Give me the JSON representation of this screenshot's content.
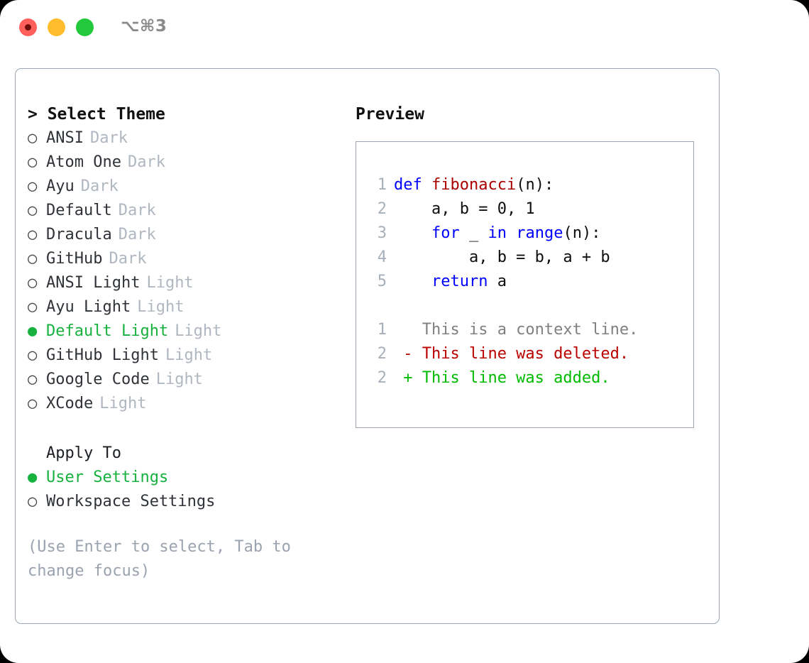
{
  "titlebar": {
    "shortcut": "⌥⌘3",
    "buttons": [
      {
        "name": "close",
        "color": "#ff605c"
      },
      {
        "name": "minimize",
        "color": "#ffbd2e"
      },
      {
        "name": "maximize",
        "color": "#22c93a"
      }
    ]
  },
  "theme_list": {
    "header": "> Select Theme",
    "items": [
      {
        "marker": "○",
        "name": "ANSI",
        "category": "Dark",
        "selected": false
      },
      {
        "marker": "○",
        "name": "Atom One",
        "category": "Dark",
        "selected": false
      },
      {
        "marker": "○",
        "name": "Ayu",
        "category": "Dark",
        "selected": false
      },
      {
        "marker": "○",
        "name": "Default",
        "category": "Dark",
        "selected": false
      },
      {
        "marker": "○",
        "name": "Dracula",
        "category": "Dark",
        "selected": false
      },
      {
        "marker": "○",
        "name": "GitHub",
        "category": "Dark",
        "selected": false
      },
      {
        "marker": "○",
        "name": "ANSI Light",
        "category": "Light",
        "selected": false
      },
      {
        "marker": "○",
        "name": "Ayu Light",
        "category": "Light",
        "selected": false
      },
      {
        "marker": "●",
        "name": "Default Light",
        "category": "Light",
        "selected": true
      },
      {
        "marker": "○",
        "name": "GitHub Light",
        "category": "Light",
        "selected": false
      },
      {
        "marker": "○",
        "name": "Google Code",
        "category": "Light",
        "selected": false
      },
      {
        "marker": "○",
        "name": "XCode",
        "category": "Light",
        "selected": false
      }
    ]
  },
  "apply_to": {
    "header": "Apply To",
    "options": [
      {
        "marker": "●",
        "label": "User Settings",
        "selected": true
      },
      {
        "marker": "○",
        "label": "Workspace Settings",
        "selected": false
      }
    ]
  },
  "hint": "(Use Enter to select, Tab to change focus)",
  "preview": {
    "title": "Preview",
    "code_lines": [
      {
        "number": "1",
        "tokens": [
          {
            "t": "def ",
            "c": "kw"
          },
          {
            "t": "fibonacci",
            "c": "fn"
          },
          {
            "t": "(n):",
            "c": "plain"
          }
        ]
      },
      {
        "number": "2",
        "tokens": [
          {
            "t": "    a, b = 0, 1",
            "c": "plain"
          }
        ]
      },
      {
        "number": "3",
        "tokens": [
          {
            "t": "    ",
            "c": "plain"
          },
          {
            "t": "for",
            "c": "kw"
          },
          {
            "t": " _ ",
            "c": "plain"
          },
          {
            "t": "in",
            "c": "kw"
          },
          {
            "t": " ",
            "c": "plain"
          },
          {
            "t": "range",
            "c": "kw"
          },
          {
            "t": "(n):",
            "c": "plain"
          }
        ]
      },
      {
        "number": "4",
        "tokens": [
          {
            "t": "        a, b = b, a + b",
            "c": "plain"
          }
        ]
      },
      {
        "number": "5",
        "tokens": [
          {
            "t": "    ",
            "c": "plain"
          },
          {
            "t": "return",
            "c": "kw"
          },
          {
            "t": " a",
            "c": "plain"
          }
        ]
      }
    ],
    "diff_lines": [
      {
        "number": "1",
        "tokens": [
          {
            "t": "   This is a context line.",
            "c": "ctx"
          }
        ]
      },
      {
        "number": "2",
        "tokens": [
          {
            "t": " - This line was deleted.",
            "c": "del"
          }
        ]
      },
      {
        "number": "2",
        "tokens": [
          {
            "t": " + This line was added.",
            "c": "add"
          }
        ]
      }
    ]
  },
  "colors": {
    "selected_green": "#17b13e",
    "muted_gray": "#b0b7c0",
    "hint_gray": "#9ba3b0",
    "border": "#9aa5b1",
    "keyword_blue": "#0000ff",
    "function_red": "#aa0000",
    "diff_add_green": "#00bb00",
    "diff_del_red": "#bb0000",
    "line_number_gray": "#a7b0ba"
  }
}
